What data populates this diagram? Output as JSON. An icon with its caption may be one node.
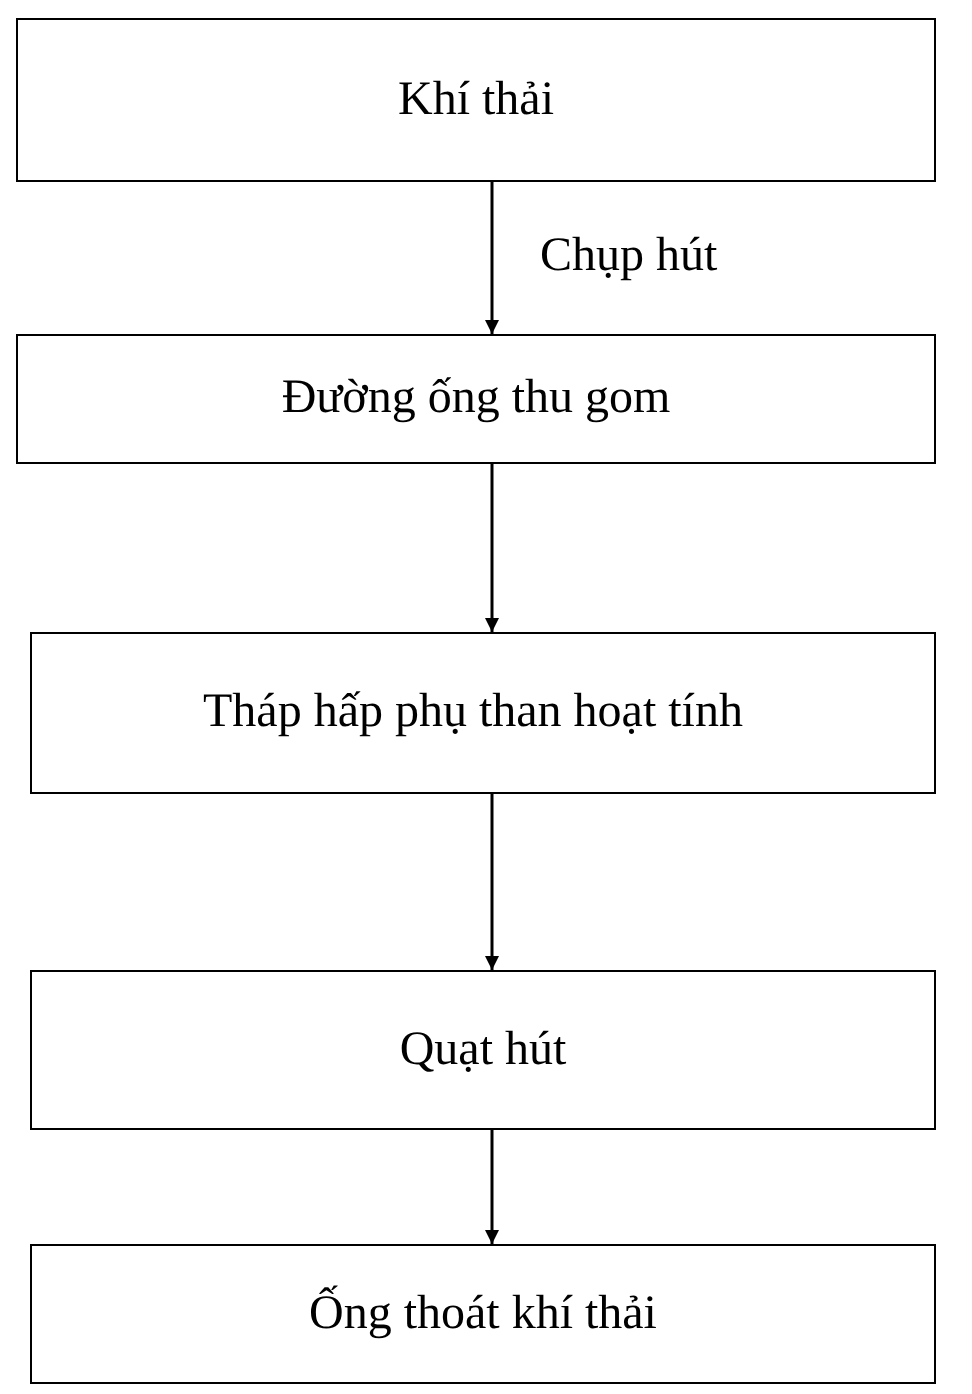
{
  "diagram": {
    "nodes": [
      {
        "text": [
          "Khí thải"
        ]
      },
      {
        "text": [
          "Đường ống thu gom"
        ]
      },
      {
        "text": [
          "Tháp hấp phụ than hoạt tính"
        ]
      },
      {
        "text": [
          "Quạt hút"
        ]
      },
      {
        "text": [
          "Ống thoát khí thải"
        ]
      }
    ],
    "edges": [
      {
        "from": 0,
        "to": 1,
        "arrow": "to",
        "label": "Chụp hút"
      },
      {
        "from": 1,
        "to": 2,
        "arrow": "to"
      },
      {
        "from": 2,
        "to": 3,
        "arrow": "to"
      },
      {
        "from": 3,
        "to": 4,
        "arrow": "to"
      }
    ]
  }
}
